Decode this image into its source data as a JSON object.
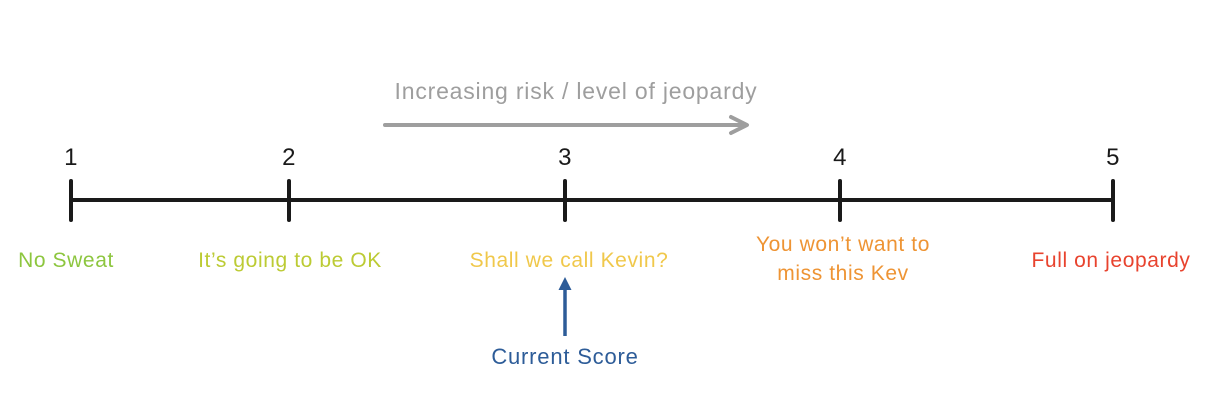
{
  "diagram": {
    "title": "Increasing risk / level of jeopardy",
    "title_color": "#9E9E9E",
    "arrow_color": "#9E9E9E",
    "axis_color": "#1A1A1A",
    "points": [
      {
        "value": "1",
        "label": "No Sweat",
        "color": "#8DC63F"
      },
      {
        "value": "2",
        "label": "It’s going to be OK",
        "color": "#BCCB34"
      },
      {
        "value": "3",
        "label": "Shall we call Kevin?",
        "color": "#F0C84B"
      },
      {
        "value": "4",
        "label": "You won’t want to miss this Kev",
        "color": "#EE9434"
      },
      {
        "value": "5",
        "label": "Full on jeopardy",
        "color": "#E8432E"
      }
    ],
    "current_score": {
      "label": "Current Score",
      "points_to_value": "3",
      "color": "#2D5C98"
    }
  }
}
